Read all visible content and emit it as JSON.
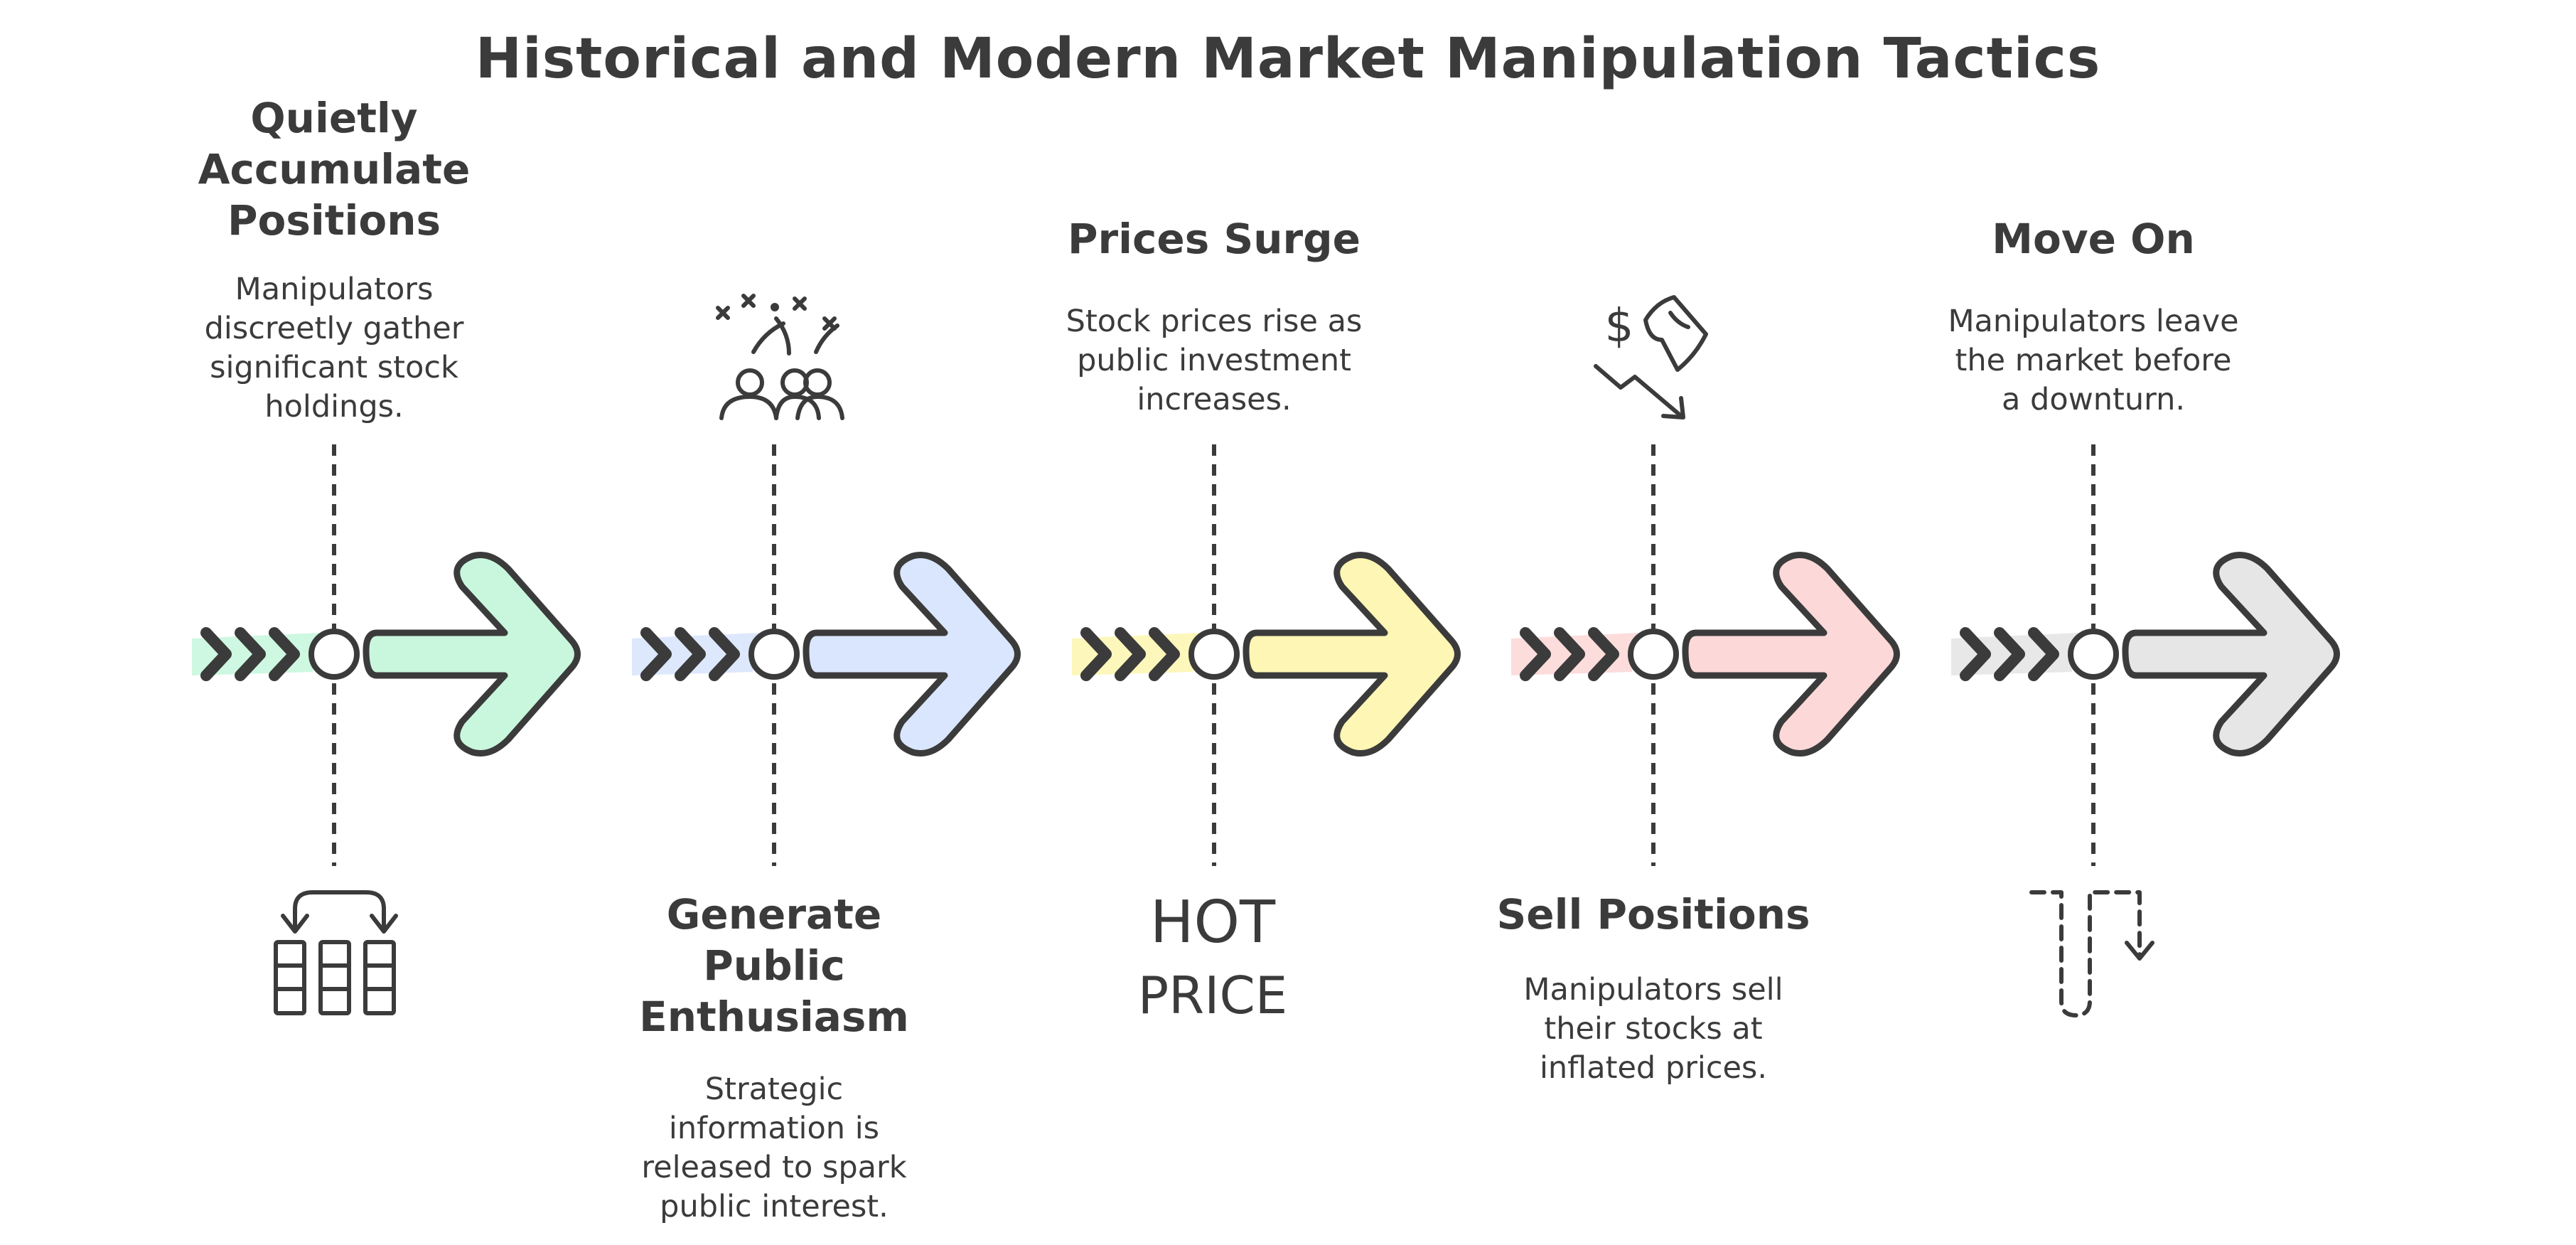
{
  "title": "Historical and Modern Market Manipulation Tactics",
  "colors": {
    "ink": "#3b3b3b",
    "step1": "#c9f7de",
    "step2": "#d9e6fd",
    "step3": "#fdf6b4",
    "step4": "#fdd8d8",
    "step5": "#e6e6e6"
  },
  "steps": [
    {
      "title": "Quietly Accumulate Positions",
      "description": "Manipulators discreetly gather significant stock holdings.",
      "icon": "accumulate-grid-icon",
      "text_position": "top",
      "color": "#c9f7de"
    },
    {
      "title": "Generate Public Enthusiasm",
      "description": "Strategic information is released to spark public interest.",
      "icon": "crowd-celebration-icon",
      "text_position": "bottom",
      "color": "#d9e6fd"
    },
    {
      "title": "Prices Surge",
      "description": "Stock prices rise as public investment increases.",
      "icon": "hot-price-icon",
      "icon_text_line1": "HOT",
      "icon_text_line2": "PRICE",
      "text_position": "top",
      "color": "#fdf6b4"
    },
    {
      "title": "Sell Positions",
      "description": "Manipulators sell their stocks at inflated prices.",
      "icon": "sell-dump-icon",
      "icon_text": "$",
      "text_position": "bottom",
      "color": "#fdd8d8"
    },
    {
      "title": "Move On",
      "description": "Manipulators leave the market before a downturn.",
      "icon": "exit-path-icon",
      "text_position": "top",
      "color": "#e6e6e6"
    }
  ]
}
